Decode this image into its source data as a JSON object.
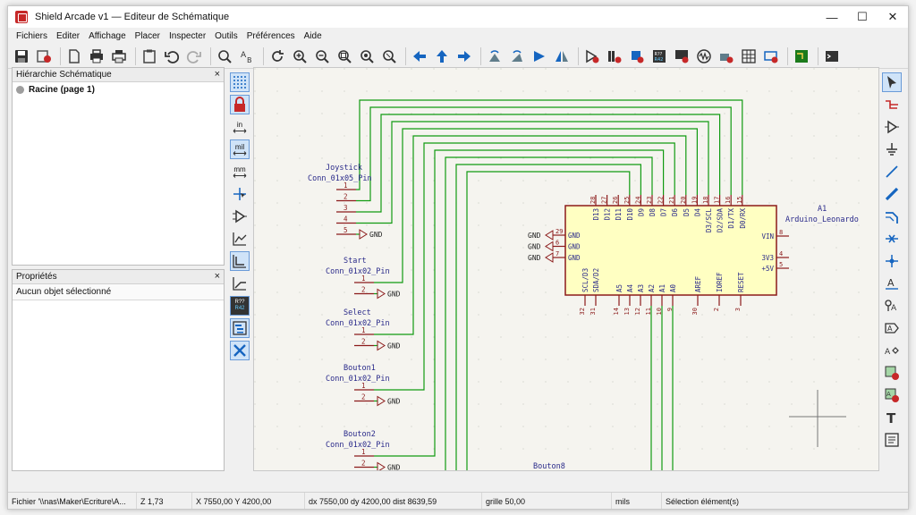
{
  "window": {
    "title": "Shield Arcade v1 — Editeur de Schématique"
  },
  "window_controls": {
    "minimize": "—",
    "maximize": "☐",
    "close": "✕"
  },
  "menu": [
    "Fichiers",
    "Editer",
    "Affichage",
    "Placer",
    "Inspecter",
    "Outils",
    "Préférences",
    "Aide"
  ],
  "hierarchy": {
    "title": "Hiérarchie Schématique",
    "close": "×",
    "root": "Racine (page 1)"
  },
  "properties": {
    "title": "Propriétés",
    "close": "×",
    "empty": "Aucun objet sélectionné"
  },
  "vtools": {
    "units_in": "in",
    "units_mil": "mil",
    "units_mm": "mm",
    "ref_top": "R??",
    "ref_bottom": "R42"
  },
  "schematic": {
    "joystick": {
      "ref": "Joystick",
      "value": "Conn_01x05_Pin",
      "pins": [
        "1",
        "2",
        "3",
        "4",
        "5"
      ],
      "gnd": "GND"
    },
    "start": {
      "ref": "Start",
      "value": "Conn_01x02_Pin",
      "pins": [
        "1",
        "2"
      ],
      "gnd": "GND"
    },
    "select": {
      "ref": "Select",
      "value": "Conn_01x02_Pin",
      "pins": [
        "1",
        "2"
      ],
      "gnd": "GND"
    },
    "bouton1": {
      "ref": "Bouton1",
      "value": "Conn_01x02_Pin",
      "pins": [
        "1",
        "2"
      ],
      "gnd": "GND"
    },
    "bouton2": {
      "ref": "Bouton2",
      "value": "Conn_01x02_Pin",
      "pins": [
        "1",
        "2"
      ],
      "gnd": "GND"
    },
    "bouton8": {
      "ref": "Bouton8"
    },
    "arduino": {
      "ref": "A1",
      "value": "Arduino_Leonardo",
      "top_pins": [
        {
          "num": "28",
          "name": "D13"
        },
        {
          "num": "27",
          "name": "D12"
        },
        {
          "num": "26",
          "name": "D11"
        },
        {
          "num": "25",
          "name": "D10"
        },
        {
          "num": "24",
          "name": "D9"
        },
        {
          "num": "23",
          "name": "D8"
        },
        {
          "num": "22",
          "name": "D7"
        },
        {
          "num": "21",
          "name": "D6"
        },
        {
          "num": "20",
          "name": "D5"
        },
        {
          "num": "19",
          "name": "D4"
        },
        {
          "num": "18",
          "name": "D3/SCL"
        },
        {
          "num": "17",
          "name": "D2/SDA"
        },
        {
          "num": "16",
          "name": "D1/TX"
        },
        {
          "num": "15",
          "name": "D0/RX"
        }
      ],
      "left_pins": [
        {
          "num": "29",
          "name": "GND",
          "net": "GND"
        },
        {
          "num": "6",
          "name": "GND",
          "net": "GND"
        },
        {
          "num": "7",
          "name": "GND",
          "net": "GND"
        }
      ],
      "right_pins": [
        {
          "num": "8",
          "name": "VIN"
        },
        {
          "num": "4",
          "name": "3V3"
        },
        {
          "num": "5",
          "name": "+5V"
        }
      ],
      "bottom_pins": [
        {
          "num": "32",
          "name": "SCL/D3"
        },
        {
          "num": "31",
          "name": "SDA/D2"
        },
        {
          "num": "14",
          "name": "A5"
        },
        {
          "num": "13",
          "name": "A4"
        },
        {
          "num": "12",
          "name": "A3"
        },
        {
          "num": "11",
          "name": "A2"
        },
        {
          "num": "10",
          "name": "A1"
        },
        {
          "num": "9",
          "name": "A0"
        },
        {
          "num": "30",
          "name": "AREF"
        },
        {
          "num": "2",
          "name": "IOREF"
        },
        {
          "num": "3",
          "name": "RESET"
        }
      ]
    }
  },
  "status": {
    "file": "Fichier '\\\\nas\\Maker\\Ecriture\\A...",
    "zoom": "Z 1,73",
    "position": "X 7550,00  Y 4200,00",
    "delta": "dx 7550,00  dy 4200,00  dist 8639,59",
    "grid": "grille 50,00",
    "units": "mils",
    "mode": "Sélection élément(s)"
  },
  "colors": {
    "wire": "#119a11",
    "symbol_outline": "#8b1a1a",
    "symbol_fill": "#ffffc2",
    "pin_text": "#2a2a8a",
    "canvas": "#f5f4ef"
  }
}
